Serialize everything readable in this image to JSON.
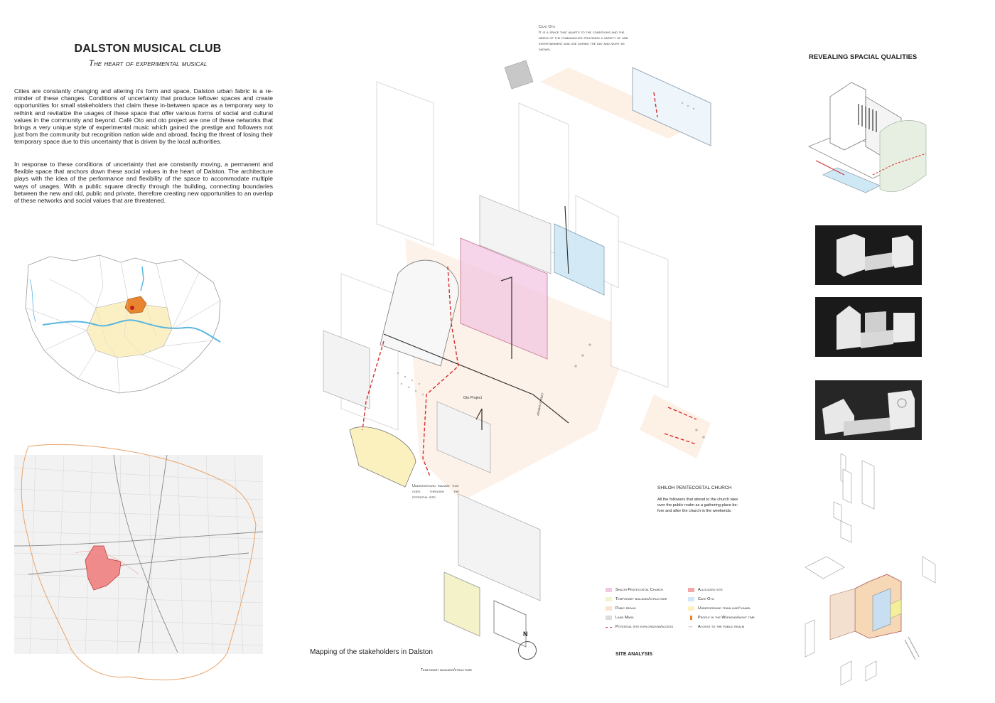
{
  "header": {
    "title": "DALSTON MUSICAL CLUB",
    "subtitle": "The heart of experimental musical"
  },
  "intro": {
    "paragraph_1": "Cities are constantly changing and altering it's form and space, Dalston  urban fabric is a re-minder of these changes. Conditions of uncertainty that produce leftover spaces and create opportunities for small stakeholders that claim these in-between space as a temporary way to rethink and revitalize the usages of these space that offer various forms of social and cultural values in the community and beyond. Café Oto and oto project are one of these networks that brings a very unique style of experimental music which gained the prestige and followers not just from the community but recognition nation wide and abroad, facing the threat of losing their temporary space due to this uncertainty that is driven by the local authorities.",
    "paragraph_2": "In response to these conditions of uncertainty that are constantly moving, a permanent and flexible space that anchors down these social values in the heart of Dalston. The architecture plays with the idea of the performance and flexibility of the space to accommodate multiple ways of usages.  With a public square directly through the building, connecting boundaries between the new and old, public and private, therefore creating new opportunities to an overlap of these networks and social values that are threatened."
  },
  "annotations": {
    "cafe_oto_title": "Cafe Oto",
    "cafe_oto_text": "It is a space that adapts to the conditions and the needs of the communicate providing a variety of and entertainment and use during the day and night as shown.",
    "oto_project_label": "Oto Project",
    "street_label": "ASHWIN STREET",
    "railway_note": "Underground railway that goes through the potential site.",
    "church_title": "SHILOH PENTECOSTAL CHURCH",
    "church_text": "All the followers that attend to the church take over the public realm as a gathering place be-fore and after the church in the weekends.",
    "mapping_caption": "Mapping of the stakeholders in Dalston",
    "temporary_caption": "Temporary building/structure",
    "north_label": "N",
    "site_analysis_label": "SITE ANALYSIS",
    "revealing_title": "REVEALING  SPACIAL QUALITIES"
  },
  "legend": {
    "left": [
      {
        "label": "Shiloh Pentecostal  Church",
        "color": "#f3c6e3",
        "kind": "fill"
      },
      {
        "label": "Temporary building/structure",
        "color": "#f4f2c9",
        "kind": "fill"
      },
      {
        "label": "Pubic realm",
        "color": "#fbe3cf",
        "kind": "fill"
      },
      {
        "label": "Land Mark",
        "color": "#dcdcdc",
        "kind": "fill"
      },
      {
        "label": "Potential site exploration/access",
        "color": "#d92b2b",
        "kind": "dash"
      }
    ],
    "right": [
      {
        "label": "Allocated site",
        "color": "#f2a8a8",
        "kind": "fill"
      },
      {
        "label": "Cafe Oto",
        "color": "#cfe8f6",
        "kind": "fill"
      },
      {
        "label": "Underground train line/tunnel",
        "color": "#faf1bf",
        "kind": "fill"
      },
      {
        "label": "People in the Weekend/night time",
        "color": "#e8822b",
        "kind": "person"
      },
      {
        "label": "Access to the public realm",
        "color": "#d92b2b",
        "kind": "arrow"
      }
    ]
  },
  "colors": {
    "london_fill": "#fbf0c4",
    "dalston_highlight": "#e8852e",
    "site_red": "#d92b2b",
    "river_blue": "#5ab6e0",
    "cafe_blue": "#cfe8f6",
    "church_pink": "#f3c6e3",
    "realm_orange": "#fbe3cf",
    "boundary_orange": "#e8a36a",
    "model_photo_bg": "#1a1a1a"
  }
}
